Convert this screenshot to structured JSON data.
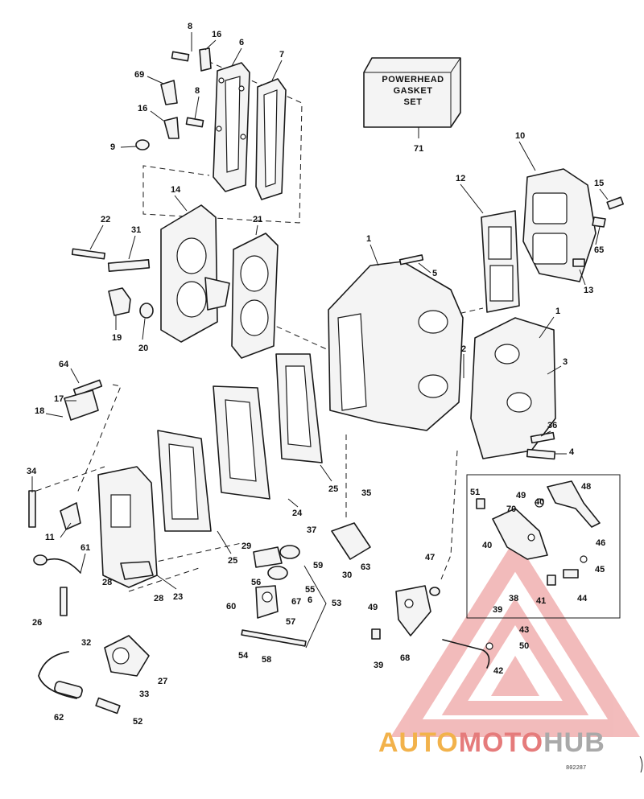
{
  "diagram": {
    "gasket_set_label": [
      "POWERHEAD",
      "GASKET",
      "SET"
    ],
    "drawing_number": "802287",
    "callouts": [
      {
        "id": "c-8a",
        "text": "8"
      },
      {
        "id": "c-16a",
        "text": "16"
      },
      {
        "id": "c-6a",
        "text": "6"
      },
      {
        "id": "c-7",
        "text": "7"
      },
      {
        "id": "c-69",
        "text": "69"
      },
      {
        "id": "c-8b",
        "text": "8"
      },
      {
        "id": "c-16b",
        "text": "16"
      },
      {
        "id": "c-9",
        "text": "9"
      },
      {
        "id": "c-71",
        "text": "71"
      },
      {
        "id": "c-10",
        "text": "10"
      },
      {
        "id": "c-12",
        "text": "12"
      },
      {
        "id": "c-15",
        "text": "15"
      },
      {
        "id": "c-14",
        "text": "14"
      },
      {
        "id": "c-21",
        "text": "21"
      },
      {
        "id": "c-22",
        "text": "22"
      },
      {
        "id": "c-31",
        "text": "31"
      },
      {
        "id": "c-1a",
        "text": "1"
      },
      {
        "id": "c-5",
        "text": "5"
      },
      {
        "id": "c-65",
        "text": "65"
      },
      {
        "id": "c-13",
        "text": "13"
      },
      {
        "id": "c-19",
        "text": "19"
      },
      {
        "id": "c-20",
        "text": "20"
      },
      {
        "id": "c-1b",
        "text": "1"
      },
      {
        "id": "c-2",
        "text": "2"
      },
      {
        "id": "c-3",
        "text": "3"
      },
      {
        "id": "c-64",
        "text": "64"
      },
      {
        "id": "c-17",
        "text": "17"
      },
      {
        "id": "c-18",
        "text": "18"
      },
      {
        "id": "c-36",
        "text": "36"
      },
      {
        "id": "c-4",
        "text": "4"
      },
      {
        "id": "c-25a",
        "text": "25"
      },
      {
        "id": "c-34",
        "text": "34"
      },
      {
        "id": "c-35",
        "text": "35"
      },
      {
        "id": "c-48",
        "text": "48"
      },
      {
        "id": "c-51",
        "text": "51"
      },
      {
        "id": "c-49a",
        "text": "49"
      },
      {
        "id": "c-40a",
        "text": "40"
      },
      {
        "id": "c-70",
        "text": "70"
      },
      {
        "id": "c-24",
        "text": "24"
      },
      {
        "id": "c-11",
        "text": "11"
      },
      {
        "id": "c-37",
        "text": "37"
      },
      {
        "id": "c-29",
        "text": "29"
      },
      {
        "id": "c-61",
        "text": "61"
      },
      {
        "id": "c-46",
        "text": "46"
      },
      {
        "id": "c-40b",
        "text": "40"
      },
      {
        "id": "c-45",
        "text": "45"
      },
      {
        "id": "c-25b",
        "text": "25"
      },
      {
        "id": "c-59",
        "text": "59"
      },
      {
        "id": "c-30",
        "text": "30"
      },
      {
        "id": "c-63",
        "text": "63"
      },
      {
        "id": "c-47",
        "text": "47"
      },
      {
        "id": "c-56",
        "text": "56"
      },
      {
        "id": "c-55",
        "text": "55"
      },
      {
        "id": "c-67",
        "text": "67"
      },
      {
        "id": "c-6b",
        "text": "6"
      },
      {
        "id": "c-28a",
        "text": "28"
      },
      {
        "id": "c-23",
        "text": "23"
      },
      {
        "id": "c-28b",
        "text": "28"
      },
      {
        "id": "c-38",
        "text": "38"
      },
      {
        "id": "c-41",
        "text": "41"
      },
      {
        "id": "c-44",
        "text": "44"
      },
      {
        "id": "c-53",
        "text": "53"
      },
      {
        "id": "c-39a",
        "text": "39"
      },
      {
        "id": "c-49b",
        "text": "49"
      },
      {
        "id": "c-26",
        "text": "26"
      },
      {
        "id": "c-60",
        "text": "60"
      },
      {
        "id": "c-57",
        "text": "57"
      },
      {
        "id": "c-43",
        "text": "43"
      },
      {
        "id": "c-32",
        "text": "32"
      },
      {
        "id": "c-54",
        "text": "54"
      },
      {
        "id": "c-58",
        "text": "58"
      },
      {
        "id": "c-50",
        "text": "50"
      },
      {
        "id": "c-27",
        "text": "27"
      },
      {
        "id": "c-39b",
        "text": "39"
      },
      {
        "id": "c-68",
        "text": "68"
      },
      {
        "id": "c-42",
        "text": "42"
      },
      {
        "id": "c-33",
        "text": "33"
      },
      {
        "id": "c-62",
        "text": "62"
      },
      {
        "id": "c-52",
        "text": "52"
      }
    ]
  },
  "watermark": {
    "parts": [
      "AUTO",
      "MOTO",
      "HUB"
    ],
    "colors": {
      "auto": "#f2b24b",
      "moto": "#e57b7b",
      "hub": "#a9a9a9",
      "triangle": "#e98585"
    }
  },
  "icons": [
    "warning-triangle-logo"
  ]
}
